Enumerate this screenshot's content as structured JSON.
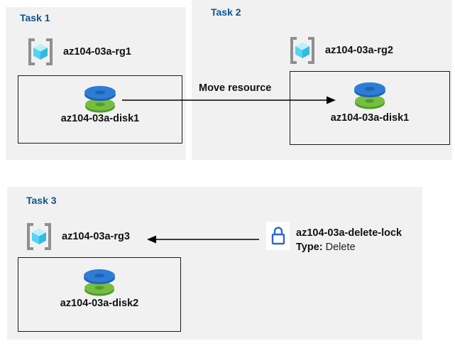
{
  "tasks": [
    {
      "title": "Task 1",
      "resource_group": "az104-03a-rg1",
      "disk": "az104-03a-disk1"
    },
    {
      "title": "Task 2",
      "resource_group": "az104-03a-rg2",
      "disk": "az104-03a-disk1"
    },
    {
      "title": "Task 3",
      "resource_group": "az104-03a-rg3",
      "disk": "az104-03a-disk2"
    }
  ],
  "move_arrow": {
    "label": "Move resource"
  },
  "delete_lock": {
    "name": "az104-03a-delete-lock",
    "type_label": "Type:",
    "type_value": "Delete"
  },
  "icons": {
    "resource_group": "resource-group-icon",
    "disk": "disk-icon",
    "lock": "lock-icon"
  },
  "colors": {
    "panel_background": "#f1f1f1",
    "title_blue": "#0f548c",
    "label_black": "#111111",
    "arrow_black": "#000000",
    "lock_blue": "#2a67cb",
    "disk_blue": "#2e7cd6",
    "disk_blue_dark": "#1f64b4",
    "disk_green": "#76be41",
    "disk_green_dark": "#55992b",
    "cube_top": "#bdeffb",
    "cube_left": "#54d4f2",
    "cube_right": "#2fbce0",
    "bracket_gray": "#8f8f8f"
  }
}
